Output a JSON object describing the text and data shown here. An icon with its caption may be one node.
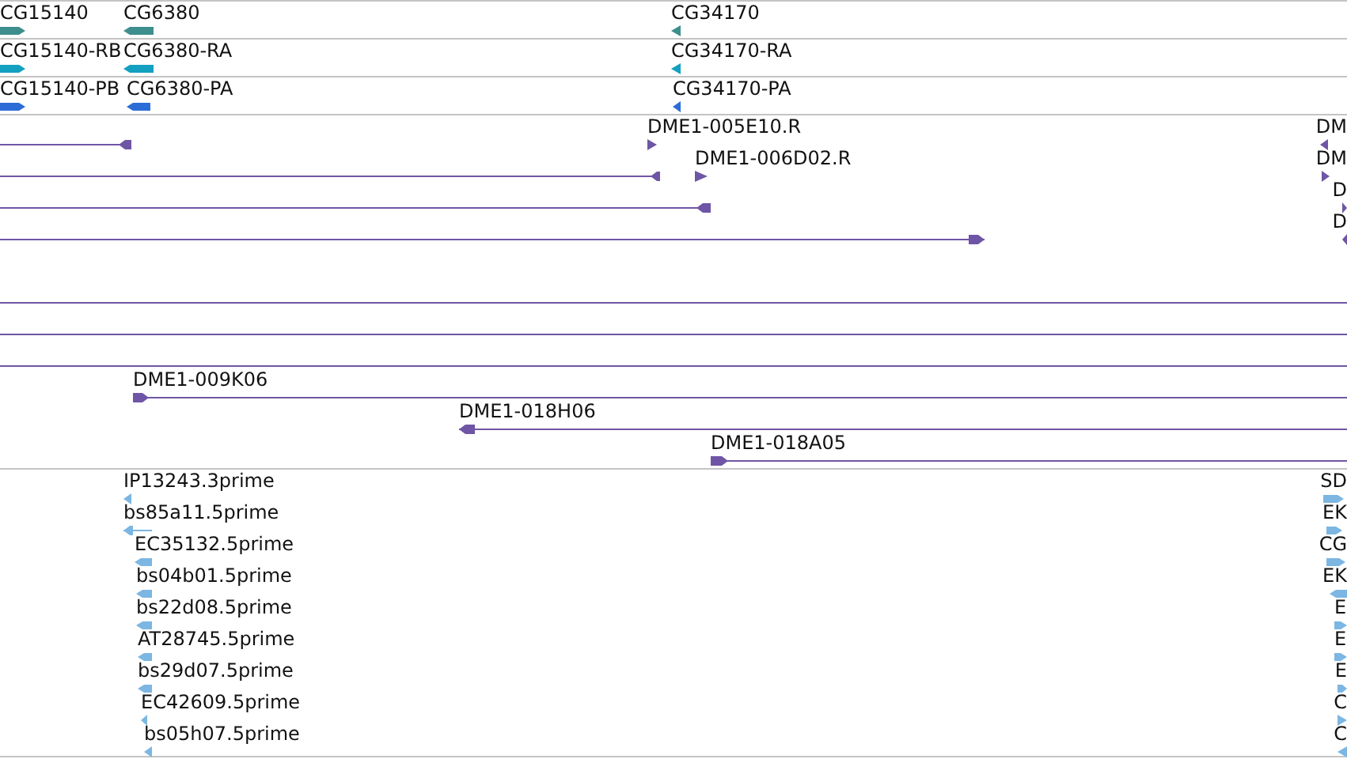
{
  "diagram": {
    "nodes": [
      {
        "text": [],
        "shape": "band"
      },
      {
        "text": [],
        "shape": "band"
      },
      {
        "text": [],
        "shape": "band"
      },
      {
        "text": [],
        "shape": "band"
      },
      {
        "text": [],
        "shape": "band"
      },
      {
        "text": [
          "CG15140"
        ],
        "in": 0
      },
      {
        "text": [
          "CG6380"
        ],
        "in": 0
      },
      {
        "text": [
          "CG34170"
        ],
        "in": 0
      },
      {
        "text": [
          "CG15140-RB"
        ],
        "in": 1
      },
      {
        "text": [
          "CG6380-RA"
        ],
        "in": 1
      },
      {
        "text": [
          "CG34170-RA"
        ],
        "in": 1
      },
      {
        "text": [
          "CG15140-PB"
        ],
        "in": 2
      },
      {
        "text": [
          "CG6380-PA"
        ],
        "in": 2
      },
      {
        "text": [
          "CG34170-PA"
        ],
        "in": 2
      },
      {
        "text": [],
        "shape": "bar",
        "in": 3
      },
      {
        "text": [
          "DME1-005E10.R"
        ],
        "in": 3
      },
      {
        "text": [
          "DM"
        ],
        "in": 3
      },
      {
        "text": [],
        "shape": "bar",
        "in": 3
      },
      {
        "text": [
          "DME1-006D02.R"
        ],
        "in": 3
      },
      {
        "text": [
          "DM"
        ],
        "in": 3
      },
      {
        "text": [],
        "shape": "bar",
        "in": 3
      },
      {
        "text": [
          "D"
        ],
        "in": 3
      },
      {
        "text": [],
        "shape": "bar",
        "in": 3
      },
      {
        "text": [
          "D"
        ],
        "in": 3
      },
      {
        "text": [],
        "shape": "line",
        "in": 3
      },
      {
        "text": [],
        "shape": "line",
        "in": 3
      },
      {
        "text": [],
        "shape": "line",
        "in": 3
      },
      {
        "text": [
          "DME1-009K06"
        ],
        "in": 3
      },
      {
        "text": [
          "DME1-018H06"
        ],
        "in": 3
      },
      {
        "text": [
          "DME1-018A05"
        ],
        "in": 3
      },
      {
        "text": [
          "IP13243.3prime"
        ],
        "in": 4
      },
      {
        "text": [
          "SD"
        ],
        "in": 4
      },
      {
        "text": [
          "bs85a11.5prime"
        ],
        "in": 4
      },
      {
        "text": [
          "EK"
        ],
        "in": 4
      },
      {
        "text": [
          "EC35132.5prime"
        ],
        "in": 4
      },
      {
        "text": [
          "CG"
        ],
        "in": 4
      },
      {
        "text": [
          "bs04b01.5prime"
        ],
        "in": 4
      },
      {
        "text": [
          "EK"
        ],
        "in": 4
      },
      {
        "text": [
          "bs22d08.5prime"
        ],
        "in": 4
      },
      {
        "text": [
          "E"
        ],
        "in": 4
      },
      {
        "text": [
          "AT28745.5prime"
        ],
        "in": 4
      },
      {
        "text": [
          "E"
        ],
        "in": 4
      },
      {
        "text": [
          "bs29d07.5prime"
        ],
        "in": 4
      },
      {
        "text": [
          "E"
        ],
        "in": 4
      },
      {
        "text": [
          "EC42609.5prime"
        ],
        "in": 4
      },
      {
        "text": [
          "C"
        ],
        "in": 4
      },
      {
        "text": [
          "bs05h07.5prime"
        ],
        "in": 4
      },
      {
        "text": [
          "C"
        ],
        "in": 4
      }
    ]
  }
}
